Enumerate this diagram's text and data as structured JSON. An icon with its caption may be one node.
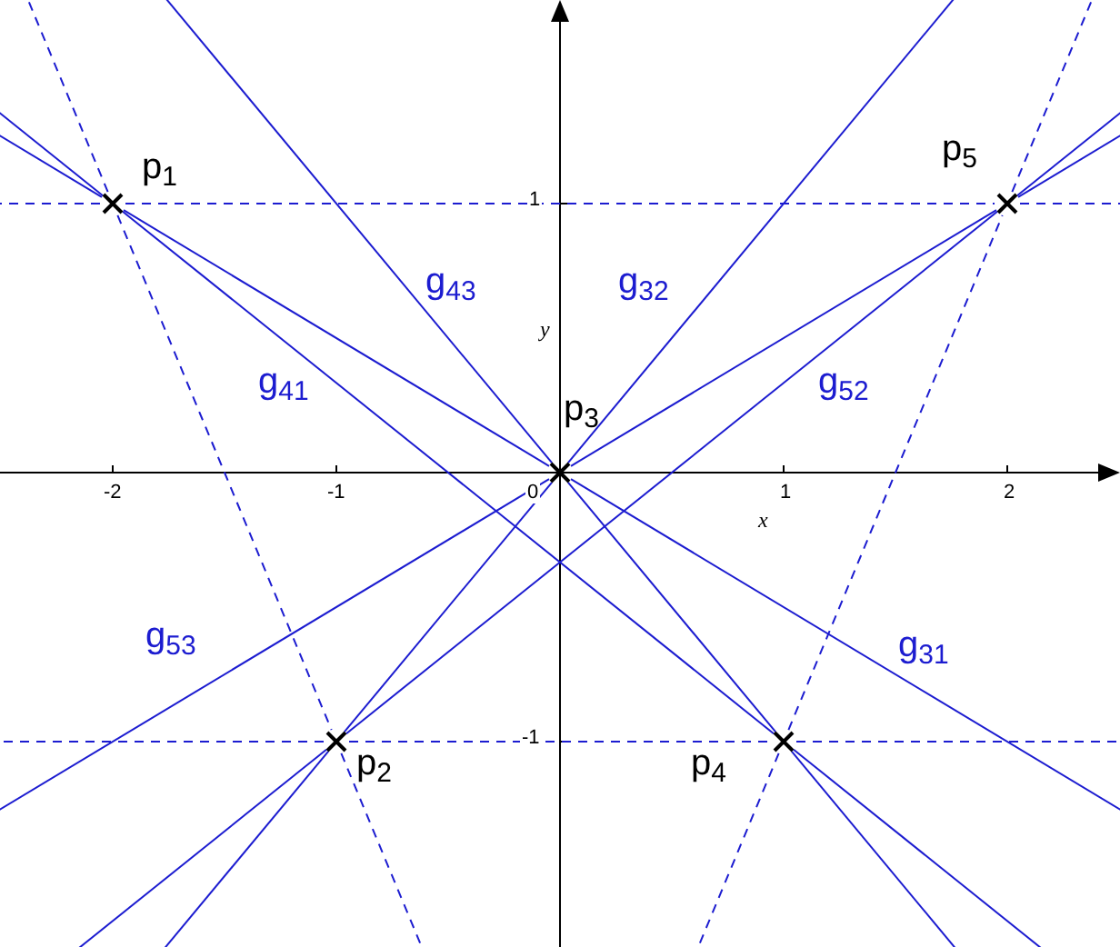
{
  "diagram": {
    "nodes": [
      {
        "text": [],
        "shape": "cross",
        "beside": [
          "p$_{1}$"
        ]
      },
      {
        "text": [],
        "shape": "cross",
        "beside": [
          "p$_{2}$"
        ]
      },
      {
        "text": [],
        "shape": "cross",
        "beside": [
          "p$_{3}$"
        ]
      },
      {
        "text": [],
        "shape": "cross",
        "beside": [
          "p$_{4}$"
        ]
      },
      {
        "text": [],
        "shape": "cross",
        "beside": [
          "p$_{5}$"
        ]
      }
    ],
    "edges": [
      {
        "from": 0,
        "to": 1,
        "arrow": "none",
        "style": "dashed"
      },
      {
        "from": 2,
        "to": 0,
        "arrow": "none"
      },
      {
        "from": 3,
        "to": 0,
        "arrow": "none"
      },
      {
        "from": 0,
        "to": 4,
        "arrow": "none",
        "style": "dashed"
      },
      {
        "from": 2,
        "to": 1,
        "arrow": "none"
      },
      {
        "from": 1,
        "to": 3,
        "arrow": "none",
        "style": "dashed"
      },
      {
        "from": 4,
        "to": 1,
        "arrow": "none"
      },
      {
        "from": 3,
        "to": 2,
        "arrow": "none"
      },
      {
        "from": 4,
        "to": 2,
        "arrow": "none"
      },
      {
        "from": 3,
        "to": 4,
        "arrow": "none",
        "style": "dashed"
      }
    ],
    "labels": [
      "1",
      "g$_{43}$",
      "g$_{32}$",
      "y",
      "g$_{41}$",
      "g$_{52}$",
      "-2",
      "-1",
      "0",
      "1",
      "2",
      "x",
      "g$_{53}$",
      "g$_{31}$",
      "-1"
    ]
  }
}
